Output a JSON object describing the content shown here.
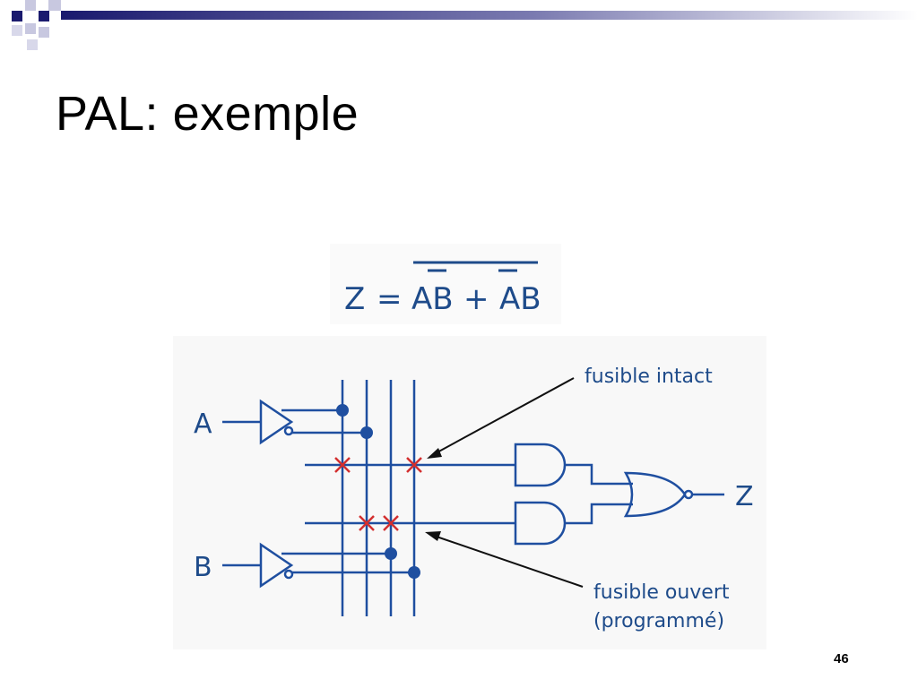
{
  "slide": {
    "title": "PAL: exemple",
    "page_number": "46"
  },
  "equation": {
    "lhs": "Z",
    "eq": "=",
    "term1": "AB",
    "plus": "+",
    "term2": "AB"
  },
  "circuit": {
    "input_a": "A",
    "input_b": "B",
    "output_z": "Z",
    "label_intact": "fusible intact",
    "label_open_line1": "fusible ouvert",
    "label_open_line2": "(programmé)"
  },
  "colors": {
    "wire": "#1f4fa0",
    "fuse": "#d32f2f",
    "text": "#1e4b8a",
    "deco_dark": "#1a1a6e",
    "deco_light": "#b8b8d8"
  }
}
